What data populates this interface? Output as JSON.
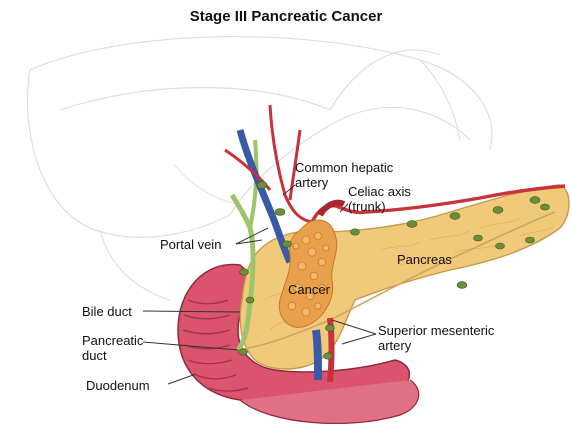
{
  "title": "Stage III Pancreatic Cancer",
  "labels": {
    "common_hepatic_artery": [
      "Common hepatic",
      "artery"
    ],
    "celiac_axis": [
      "Celiac axis",
      "(trunk)"
    ],
    "portal_vein": "Portal vein",
    "pancreas": "Pancreas",
    "cancer": "Cancer",
    "bile_duct": "Bile duct",
    "pancreatic_duct": [
      "Pancreatic",
      "duct"
    ],
    "superior_mesenteric_artery": [
      "Superior mesenteric",
      "artery"
    ],
    "duodenum": "Duodenum"
  },
  "colors": {
    "pancreas": "#f0c97a",
    "duodenum": "#d9546c",
    "artery": "#c8323a",
    "vein": "#3a5aa8",
    "bile_duct": "#9cc46a",
    "lymph_node": "#6a8f3a",
    "tumor": "#e8a04a",
    "liver_outline": "#d8d8d8"
  }
}
